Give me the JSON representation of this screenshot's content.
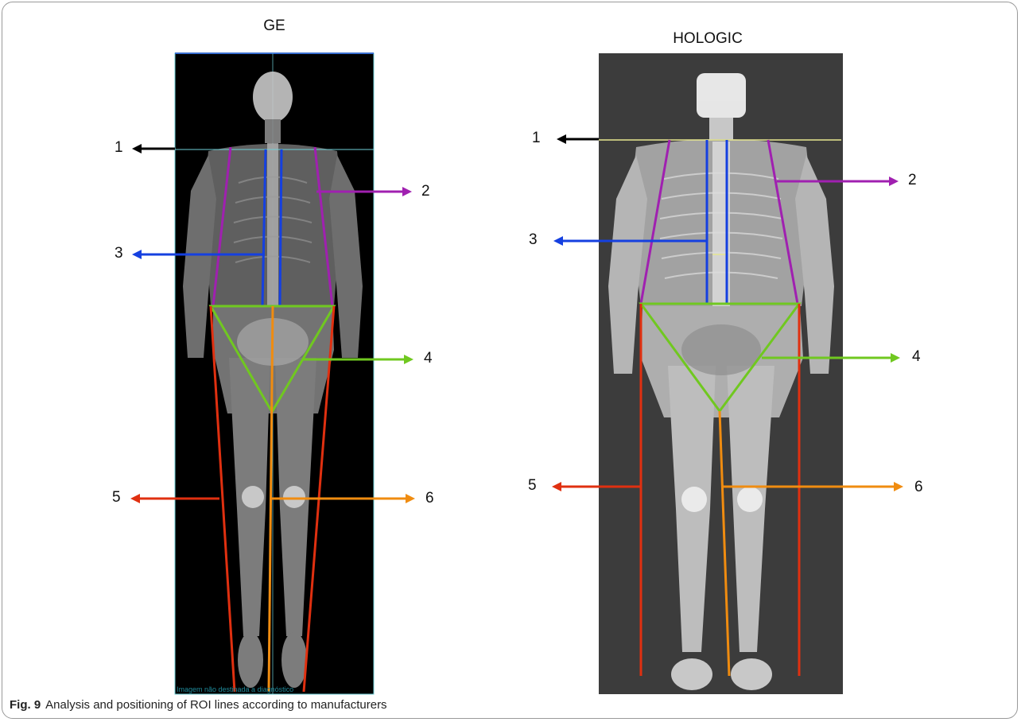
{
  "panels": {
    "left_title": "GE",
    "right_title": "HOLOGIC",
    "watermark": "Imagem não destinada a diagnóstico"
  },
  "labels": [
    "1",
    "2",
    "3",
    "4",
    "5",
    "6"
  ],
  "caption": {
    "figure_label": "Fig. 9",
    "text": "Analysis and positioning of ROI lines according to manufacturers"
  },
  "colors": {
    "line1": "#000000",
    "line2": "#a020b0",
    "line3": "#1540e0",
    "line4": "#70c820",
    "line5": "#e03010",
    "line6": "#f08c10"
  }
}
